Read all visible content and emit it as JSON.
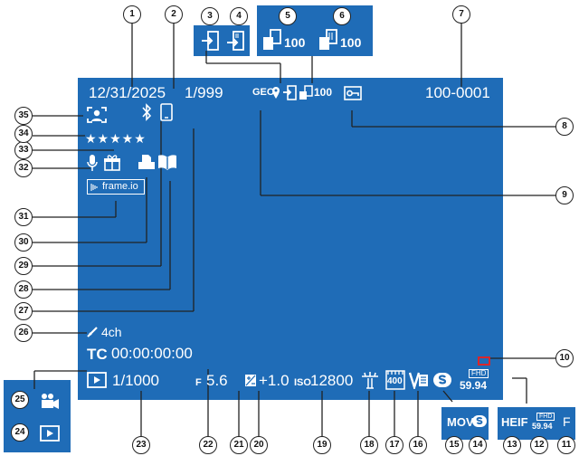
{
  "display": {
    "date": "12/31/2025",
    "frames_remaining": "1/999",
    "frame_number": "100-0001",
    "geo_tag": "GEO",
    "transfer_count_a": "100",
    "transfer_count_b": "100",
    "rating_stars": "★★★★★",
    "frameio_label": "frame.io",
    "audio_channels": "4ch",
    "timecode_prefix": "TC",
    "timecode": "00:00:00:00",
    "shutter_speed": "1/1000",
    "aperture_prefix": "F",
    "aperture": "5.6",
    "exposure_comp": "+1.0",
    "iso_prefix": "ISO",
    "iso": "12800",
    "film_sim_value": "400",
    "movie_format": "FHD",
    "frame_rate": "59.94"
  },
  "callouts": {
    "box_3_4_count": "",
    "box_5_count": "100",
    "box_6_count": "100",
    "inset_format": "MOV",
    "inset_file_type": "HEIF",
    "inset_fhd": "FHD",
    "inset_rate": "59.94",
    "inset_quality": "F"
  },
  "numbers": [
    "1",
    "2",
    "3",
    "4",
    "5",
    "6",
    "7",
    "8",
    "9",
    "10",
    "11",
    "12",
    "13",
    "14",
    "15",
    "16",
    "17",
    "18",
    "19",
    "20",
    "21",
    "22",
    "23",
    "24",
    "25",
    "26",
    "27",
    "28",
    "29",
    "30",
    "31",
    "32",
    "33",
    "34",
    "35"
  ],
  "colors": {
    "screen": "#1f6cb7",
    "text": "#ffffff",
    "warning": "#d9262b"
  }
}
